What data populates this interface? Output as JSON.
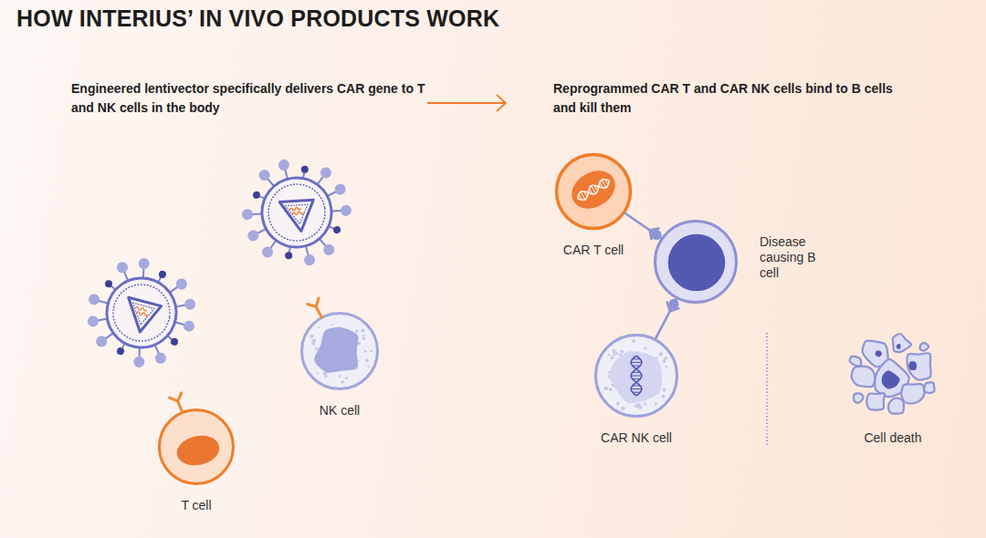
{
  "diagram": {
    "title": "HOW INTERIUS’ IN VIVO PRODUCTS WORK",
    "nodes": [
      {
        "text": [
          "T cell"
        ]
      },
      {
        "text": [
          "NK cell"
        ]
      },
      {
        "text": [
          "CAR T cell"
        ]
      },
      {
        "text": [
          "Disease causing B cell"
        ]
      },
      {
        "text": [
          "CAR NK cell"
        ]
      },
      {
        "text": [
          "Cell death"
        ]
      }
    ],
    "edges": [
      {
        "from": 2,
        "to": 3,
        "arrow": "none"
      },
      {
        "from": 4,
        "to": 3,
        "arrow": "none"
      }
    ],
    "labels": [
      "Engineered lentivector specifically delivers CAR gene to T and NK cells in the body",
      "Reprogrammed CAR T and CAR NK cells bind to B cells and kill them"
    ]
  }
}
